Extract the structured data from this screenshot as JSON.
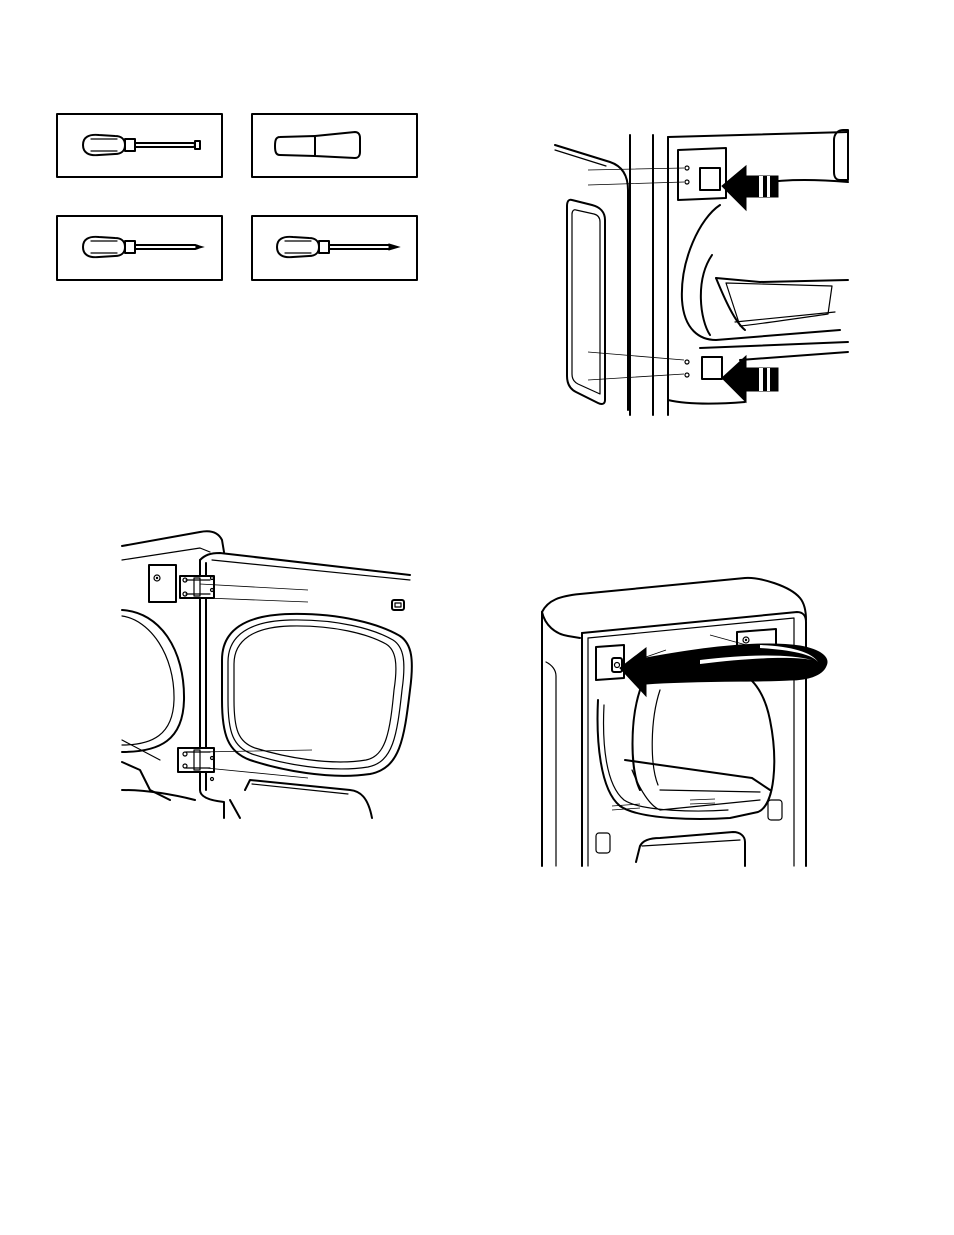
{
  "figures": {
    "tools": {
      "items": [
        {
          "icon": "flat-screwdriver-icon"
        },
        {
          "icon": "putty-knife-icon"
        },
        {
          "icon": "torx-screwdriver-icon"
        },
        {
          "icon": "phillips-screwdriver-icon"
        }
      ]
    },
    "step_plugs": {
      "icon": "dryer-hole-plugs-arrows"
    },
    "step_door_hinges": {
      "icon": "dryer-door-hinges"
    },
    "step_reverse_door": {
      "icon": "dryer-reverse-door-arrow"
    }
  }
}
